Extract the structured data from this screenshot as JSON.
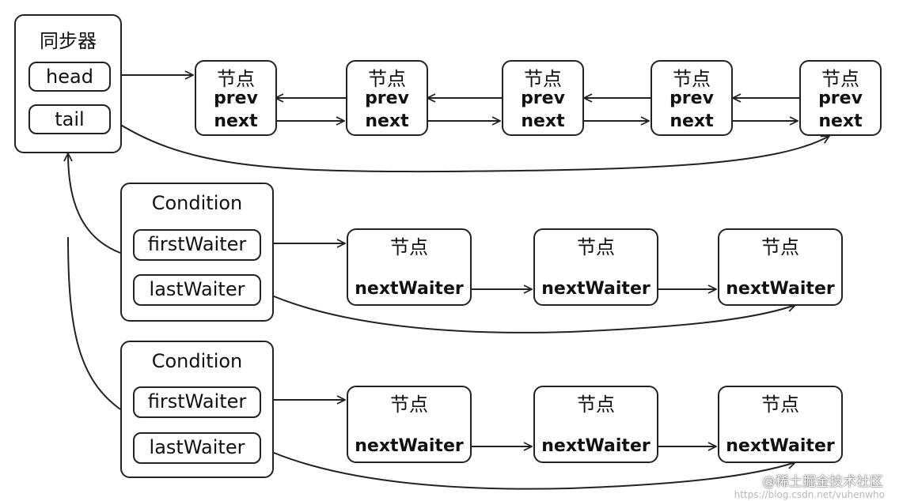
{
  "sync": {
    "title": "同步器",
    "head": "head",
    "tail": "tail"
  },
  "sync_queue": [
    {
      "title": "节点",
      "prev": "prev",
      "next": "next"
    },
    {
      "title": "节点",
      "prev": "prev",
      "next": "next"
    },
    {
      "title": "节点",
      "prev": "prev",
      "next": "next"
    },
    {
      "title": "节点",
      "prev": "prev",
      "next": "next"
    },
    {
      "title": "节点",
      "prev": "prev",
      "next": "next"
    }
  ],
  "conditions": [
    {
      "title": "Condition",
      "first": "firstWaiter",
      "last": "lastWaiter",
      "nodes": [
        {
          "title": "节点",
          "field": "nextWaiter"
        },
        {
          "title": "节点",
          "field": "nextWaiter"
        },
        {
          "title": "节点",
          "field": "nextWaiter"
        }
      ]
    },
    {
      "title": "Condition",
      "first": "firstWaiter",
      "last": "lastWaiter",
      "nodes": [
        {
          "title": "节点",
          "field": "nextWaiter"
        },
        {
          "title": "节点",
          "field": "nextWaiter"
        },
        {
          "title": "节点",
          "field": "nextWaiter"
        }
      ]
    }
  ],
  "watermark": "@稀土掘金技术社区",
  "url": "https://blog.csdn.net/vuhenwho"
}
